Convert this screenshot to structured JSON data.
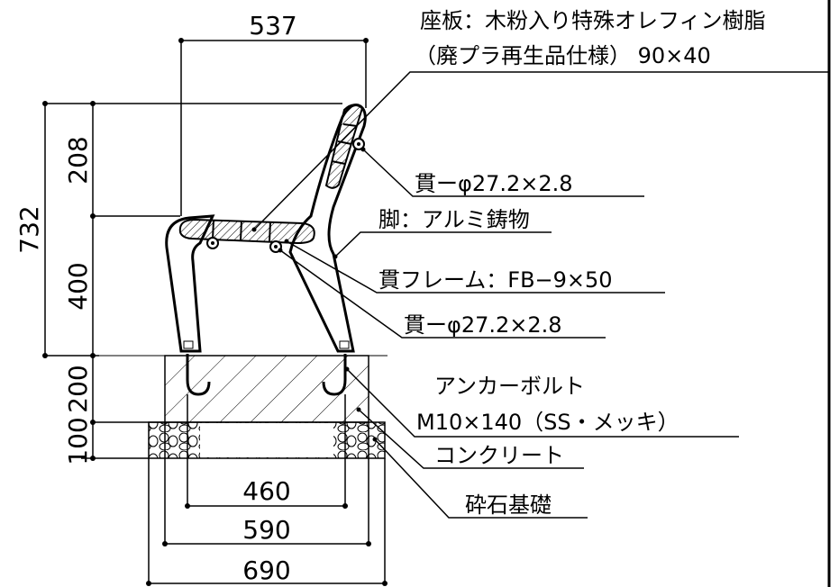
{
  "dimensions": {
    "width_top": "537",
    "height_total": "732",
    "height_back": "208",
    "height_seat": "400",
    "depth_concrete": "200",
    "depth_gravel": "100",
    "span_anchor": "460",
    "span_concrete": "590",
    "span_gravel": "690"
  },
  "callouts": {
    "seat_line1": "座板：木粉入り特殊オレフィン樹脂",
    "seat_line2": "（廃プラ再生品仕様） 90×40",
    "pipe_upper": "貫ーφ27.2×2.8",
    "leg": "脚：アルミ鋳物",
    "frame_bar": "貫フレーム：FB−9×50",
    "pipe_lower": "貫ーφ27.2×2.8",
    "anchor_line1": "アンカーボルト",
    "anchor_line2": "M10×140（SS・メッキ）",
    "concrete": "コンクリート",
    "gravel": "砕石基礎"
  },
  "colors": {
    "line": "#000000",
    "background": "#ffffff"
  }
}
